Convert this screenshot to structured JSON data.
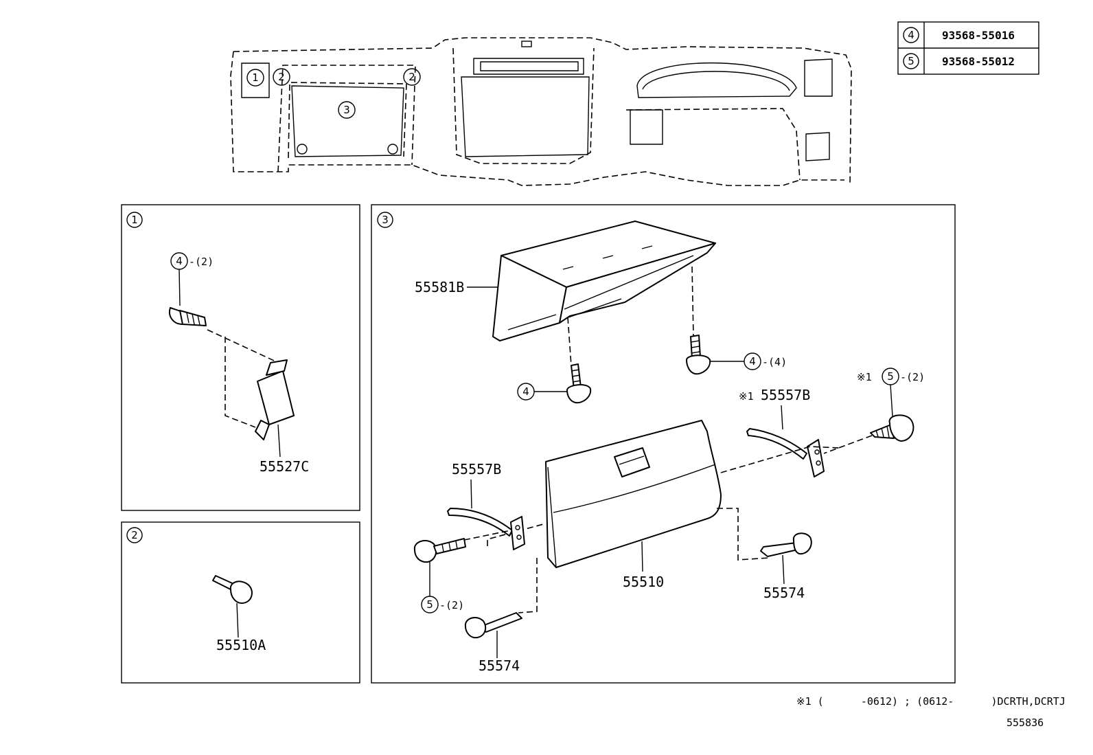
{
  "legend": {
    "rows": [
      {
        "ref": "4",
        "part_no": "93568-55016"
      },
      {
        "ref": "5",
        "part_no": "93568-55012"
      }
    ]
  },
  "overview": {
    "callouts": [
      "1",
      "2",
      "2",
      "3"
    ]
  },
  "panel1": {
    "id": "1",
    "screw_ref": "4",
    "screw_qty": "-(2)",
    "bracket_label": "55527C"
  },
  "panel2": {
    "id": "2",
    "stopper_label": "55510A"
  },
  "panel3": {
    "id": "3",
    "box_label": "55581B",
    "screw_a_ref": "4",
    "screw_b_ref": "4",
    "screw_b_qty": "-(4)",
    "screw_c_mark": "※1",
    "screw_c_ref": "5",
    "screw_c_qty": "-(2)",
    "hinge_right_mark": "※1",
    "hinge_right_label": "55557B",
    "hinge_left_label": "55557B",
    "door_label": "55510",
    "stop_right_label": "55574",
    "screw_d_ref": "5",
    "screw_d_qty": "-(2)",
    "stop_left_label": "55574"
  },
  "footnote": "※1 (      -0612) ; (0612-      )DCRTH,DCRTJ",
  "diagram_id": "555836"
}
